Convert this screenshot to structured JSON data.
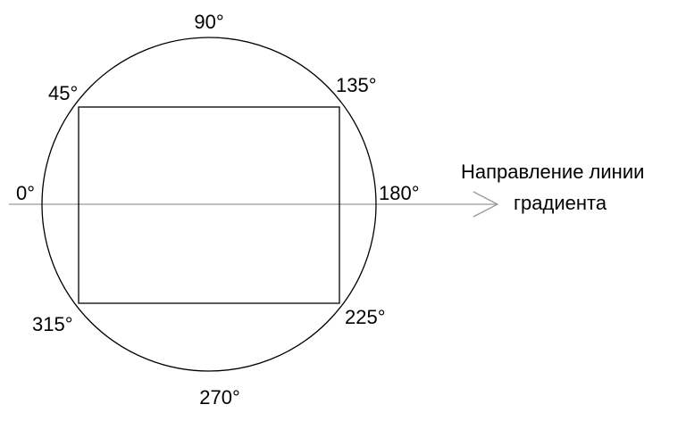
{
  "angles": {
    "a0": "0°",
    "a45": "45°",
    "a90": "90°",
    "a135": "135°",
    "a180": "180°",
    "a225": "225°",
    "a270": "270°",
    "a315": "315°"
  },
  "direction_caption": {
    "line1": "Направление линии",
    "line2": "градиента"
  },
  "colors": {
    "circle": "#000000",
    "rectangle": "#000000",
    "arrow": "#999999"
  }
}
